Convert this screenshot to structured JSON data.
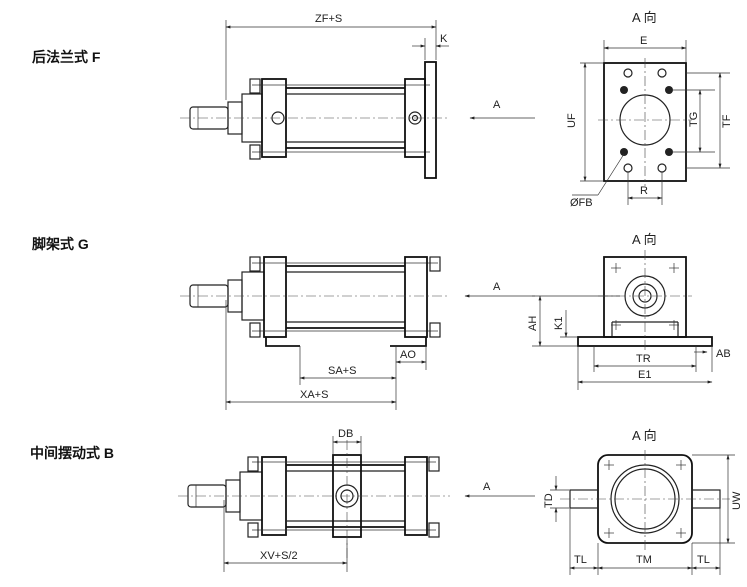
{
  "sections": {
    "rear_flange": {
      "title": "后法兰式 F",
      "view_label": "A 向"
    },
    "foot": {
      "title": "脚架式 G",
      "view_label": "A 向"
    },
    "trunnion": {
      "title": "中间摆动式 B",
      "view_label": "A 向"
    }
  },
  "dims": {
    "ZF_S": "ZF+S",
    "K": "K",
    "A1": "A",
    "E": "E",
    "UF": "UF",
    "TG": "TG",
    "TF": "TF",
    "FB": "ØFB",
    "R": "R",
    "A2": "A",
    "AH": "AH",
    "K1": "K1",
    "AO": "AO",
    "SA_S": "SA+S",
    "XA_S": "XA+S",
    "TR": "TR",
    "AB": "AB",
    "E1": "E1",
    "DB": "DB",
    "A3": "A",
    "TD": "TD",
    "UW": "UW",
    "XV_S2": "XV+S/2",
    "TL_left": "TL",
    "TM": "TM",
    "TL_right": "TL"
  }
}
